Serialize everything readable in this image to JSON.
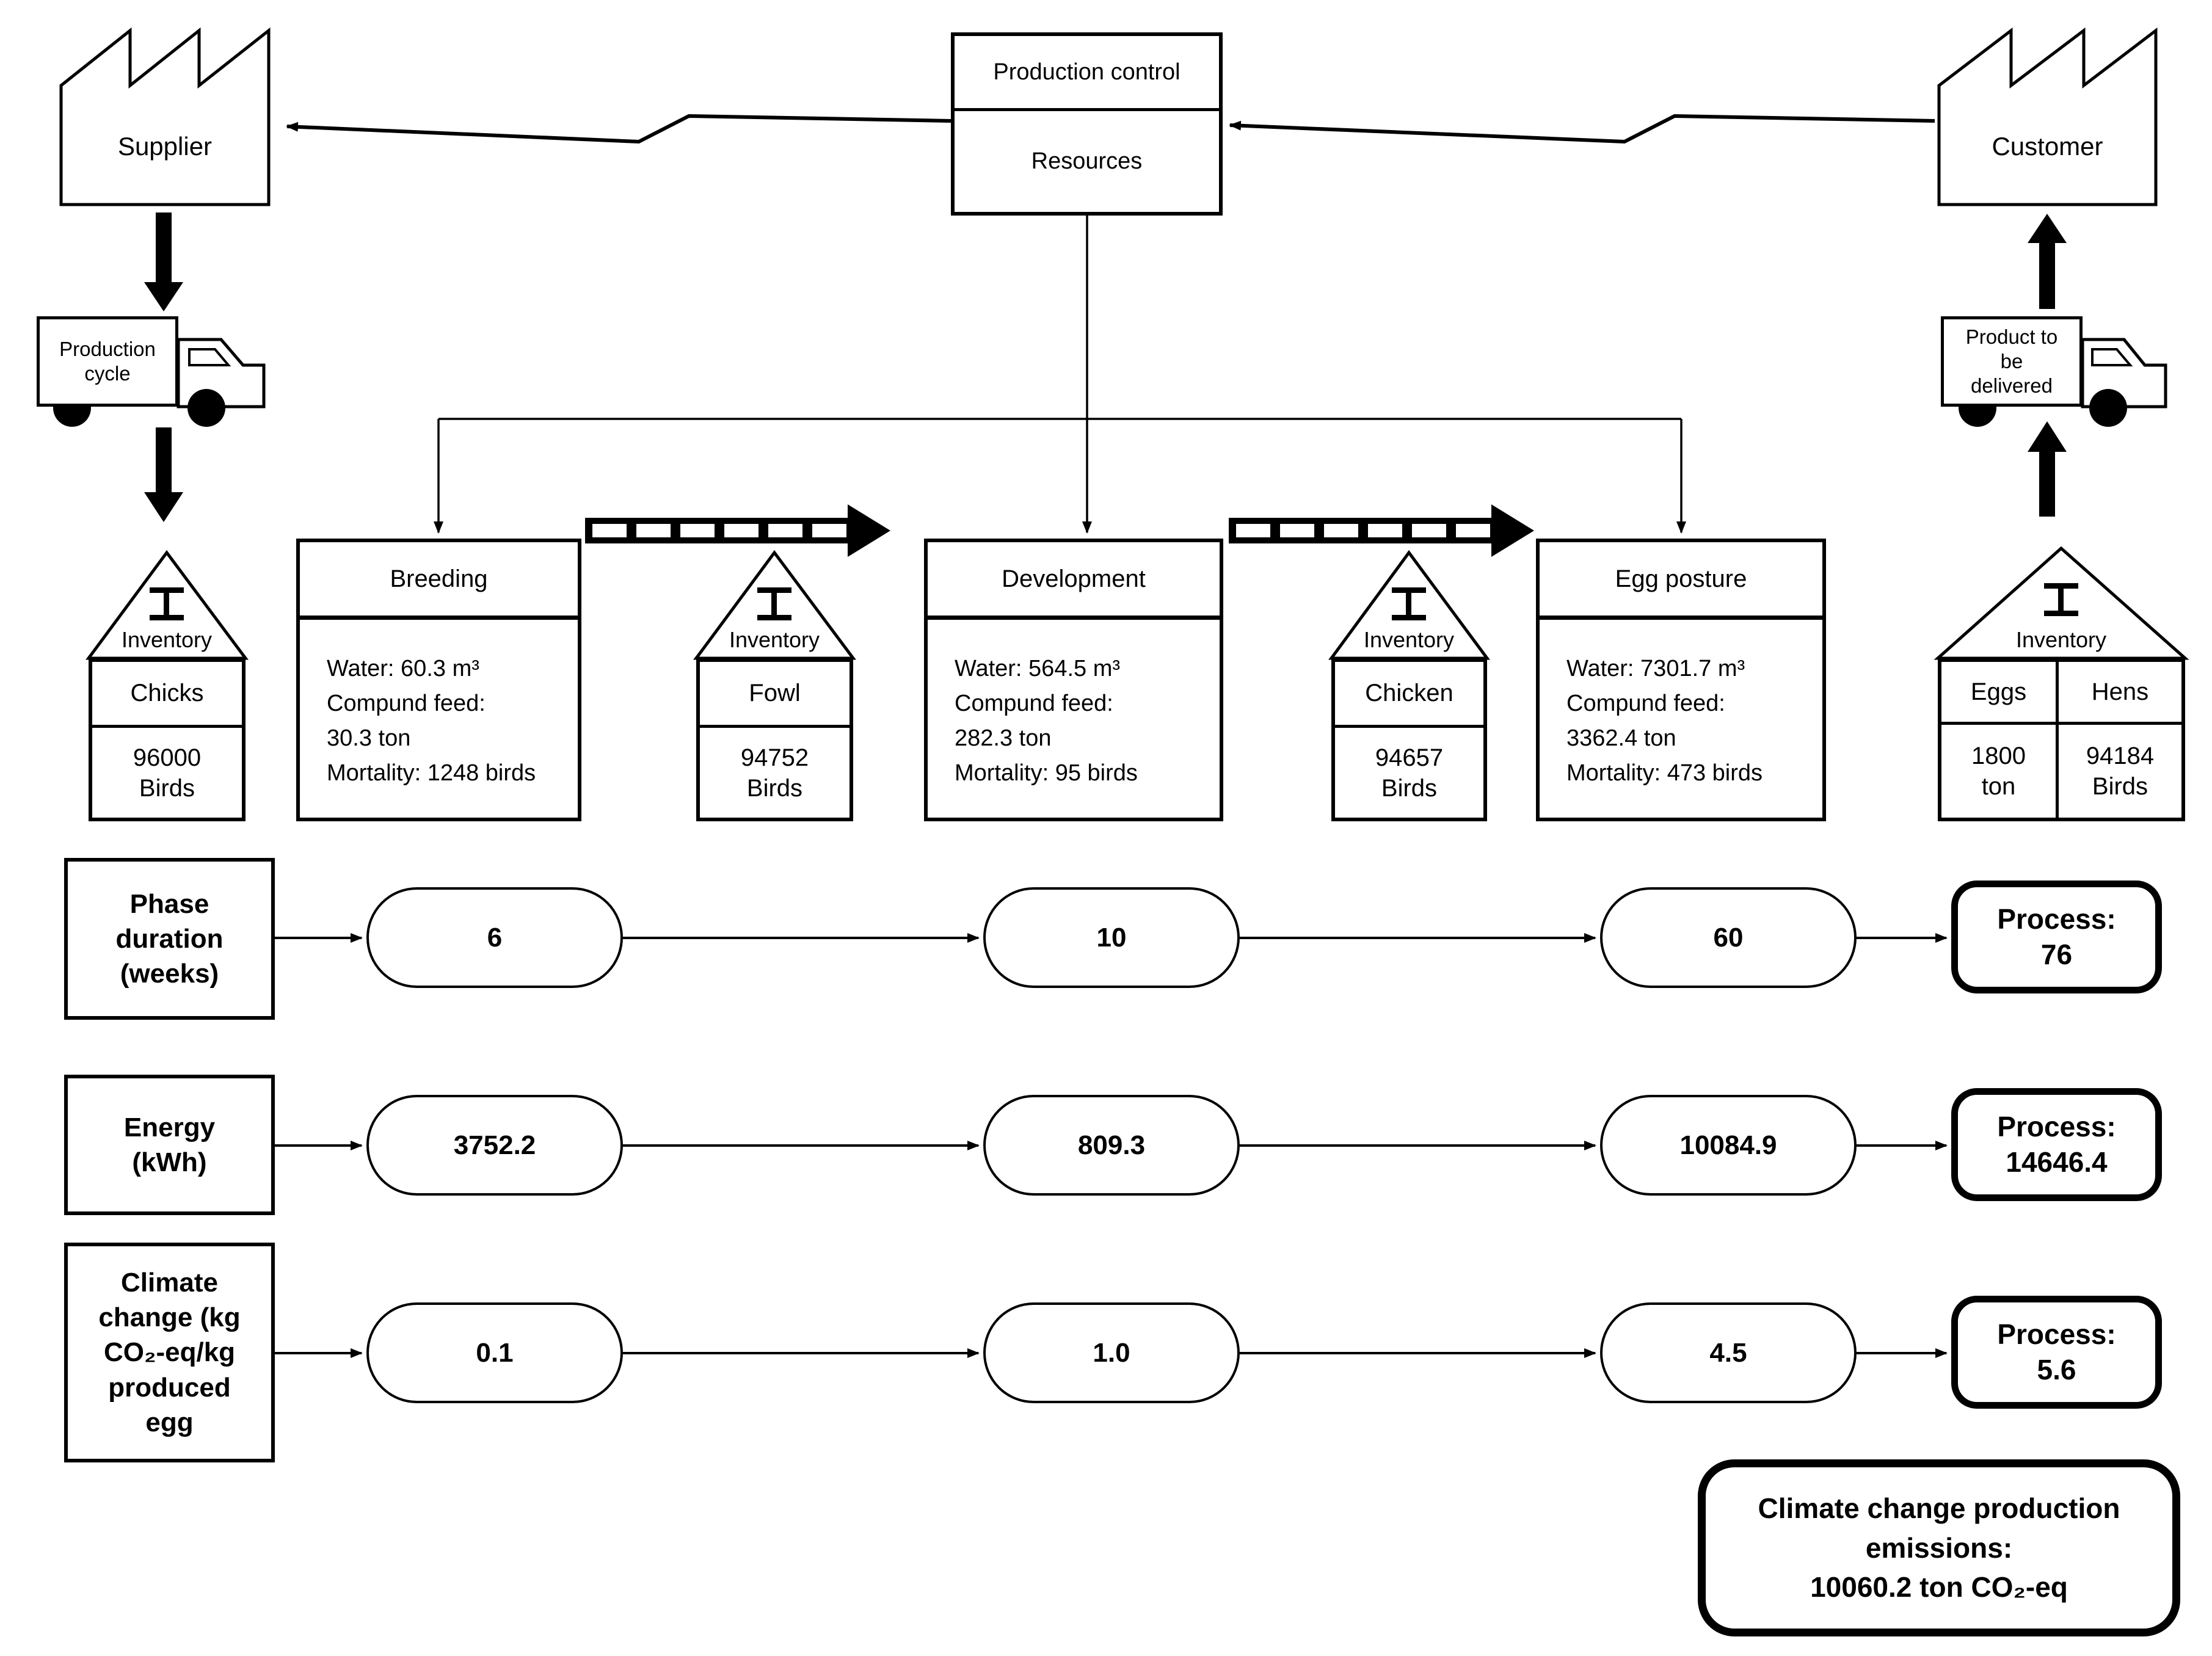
{
  "colors": {
    "ink": "#000000",
    "background": "#ffffff"
  },
  "diagram": {
    "supplier_label": "Supplier",
    "customer_label": "Customer",
    "production_control": {
      "title": "Production control",
      "subtitle": "Resources"
    },
    "truck_left_label": "Production\ncycle",
    "truck_right_label": "Product to\nbe\ndelivered",
    "inventory_word": "Inventory",
    "inventories": [
      {
        "name": "Chicks",
        "amount": "96000\nBirds"
      },
      {
        "name": "Fowl",
        "amount": "94752\nBirds"
      },
      {
        "name": "Chicken",
        "amount": "94657\nBirds"
      },
      {
        "left_name": "Eggs",
        "left_amount": "1800\nton",
        "right_name": "Hens",
        "right_amount": "94184\nBirds"
      }
    ],
    "processes": [
      {
        "title": "Breeding",
        "lines": [
          "Water: 60.3 m³",
          "Compund feed:",
          "30.3 ton",
          "Mortality: 1248 birds"
        ]
      },
      {
        "title": "Development",
        "lines": [
          "Water: 564.5 m³",
          "Compund feed:",
          "282.3 ton",
          "Mortality: 95 birds"
        ]
      },
      {
        "title": "Egg posture",
        "lines": [
          "Water: 7301.7 m³",
          "Compund feed:",
          "3362.4 ton",
          "Mortality: 473 birds"
        ]
      }
    ],
    "metric_rows": [
      {
        "label": "Phase\nduration\n(weeks)",
        "values": [
          "6",
          "10",
          "60"
        ],
        "total": "Process:\n76"
      },
      {
        "label": "Energy\n(kWh)",
        "values": [
          "3752.2",
          "809.3",
          "10084.9"
        ],
        "total": "Process:\n14646.4"
      },
      {
        "label": "Climate\nchange (kg\nCO₂-eq/kg\nproduced\negg",
        "values": [
          "0.1",
          "1.0",
          "4.5"
        ],
        "total": "Process:\n5.6"
      }
    ],
    "summary": "Climate change production\nemissions:\n10060.2 ton CO₂-eq"
  }
}
